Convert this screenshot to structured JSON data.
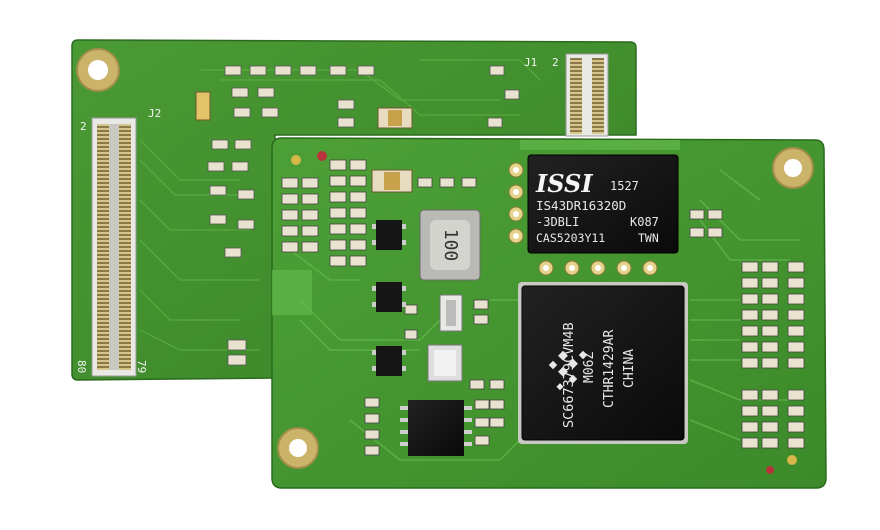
{
  "back_board": {
    "connector_left": {
      "designator": "J2",
      "pin_top": "2",
      "pin_bottom": "80",
      "pin_bottom_right": "79"
    },
    "connector_right": {
      "designator": "J1",
      "pin_top": "2"
    }
  },
  "front_board": {
    "memory_chip": {
      "logo": "ISSI",
      "line1_suffix": "1527",
      "line2": "IS43DR16320D",
      "line3_left": "-3DBLI",
      "line3_right": "K087",
      "line4_left": "CAS5203Y11",
      "line4_right": "TWN"
    },
    "dsp_chip": {
      "line1": "SC667379CVM4B",
      "line2": "M06Z",
      "line3": "CTHR1429AR",
      "line4": "CHINA"
    },
    "inductor_marking": "100",
    "colors": {
      "pcb_green": "#3f8f2c",
      "pcb_dark": "#2f7020",
      "chip_black": "#111111",
      "gold": "#d8c27a"
    }
  }
}
